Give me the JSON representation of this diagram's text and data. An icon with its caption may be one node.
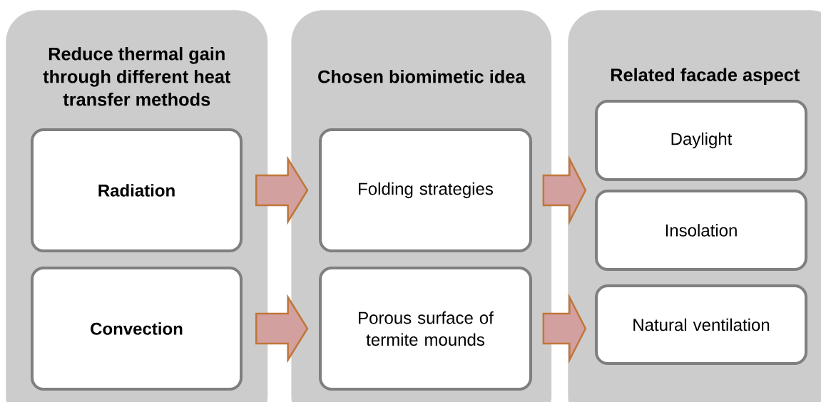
{
  "diagram": {
    "nodes": [
      {
        "text": [
          "Reduce thermal gain through different heat transfer methods"
        ]
      },
      {
        "text": [
          "Radiation"
        ],
        "in": 0
      },
      {
        "text": [
          "Convection"
        ],
        "in": 0
      },
      {
        "text": [
          "Chosen biomimetic idea"
        ]
      },
      {
        "text": [
          "Folding strategies"
        ],
        "in": 3
      },
      {
        "text": [
          "Porous surface of termite mounds"
        ],
        "in": 3
      },
      {
        "text": [
          "Related facade aspect"
        ]
      },
      {
        "text": [
          "Daylight"
        ],
        "in": 6
      },
      {
        "text": [
          "Insolation"
        ],
        "in": 6
      },
      {
        "text": [
          "Natural ventilation"
        ],
        "in": 6
      }
    ],
    "edges": [
      {
        "from": 1,
        "to": 4,
        "arrow": "to"
      },
      {
        "from": 2,
        "to": 5,
        "arrow": "to"
      },
      {
        "from": 4,
        "to": 7,
        "arrow": "to"
      },
      {
        "from": 4,
        "to": 8,
        "arrow": "to"
      },
      {
        "from": 5,
        "to": 9,
        "arrow": "to"
      }
    ]
  }
}
